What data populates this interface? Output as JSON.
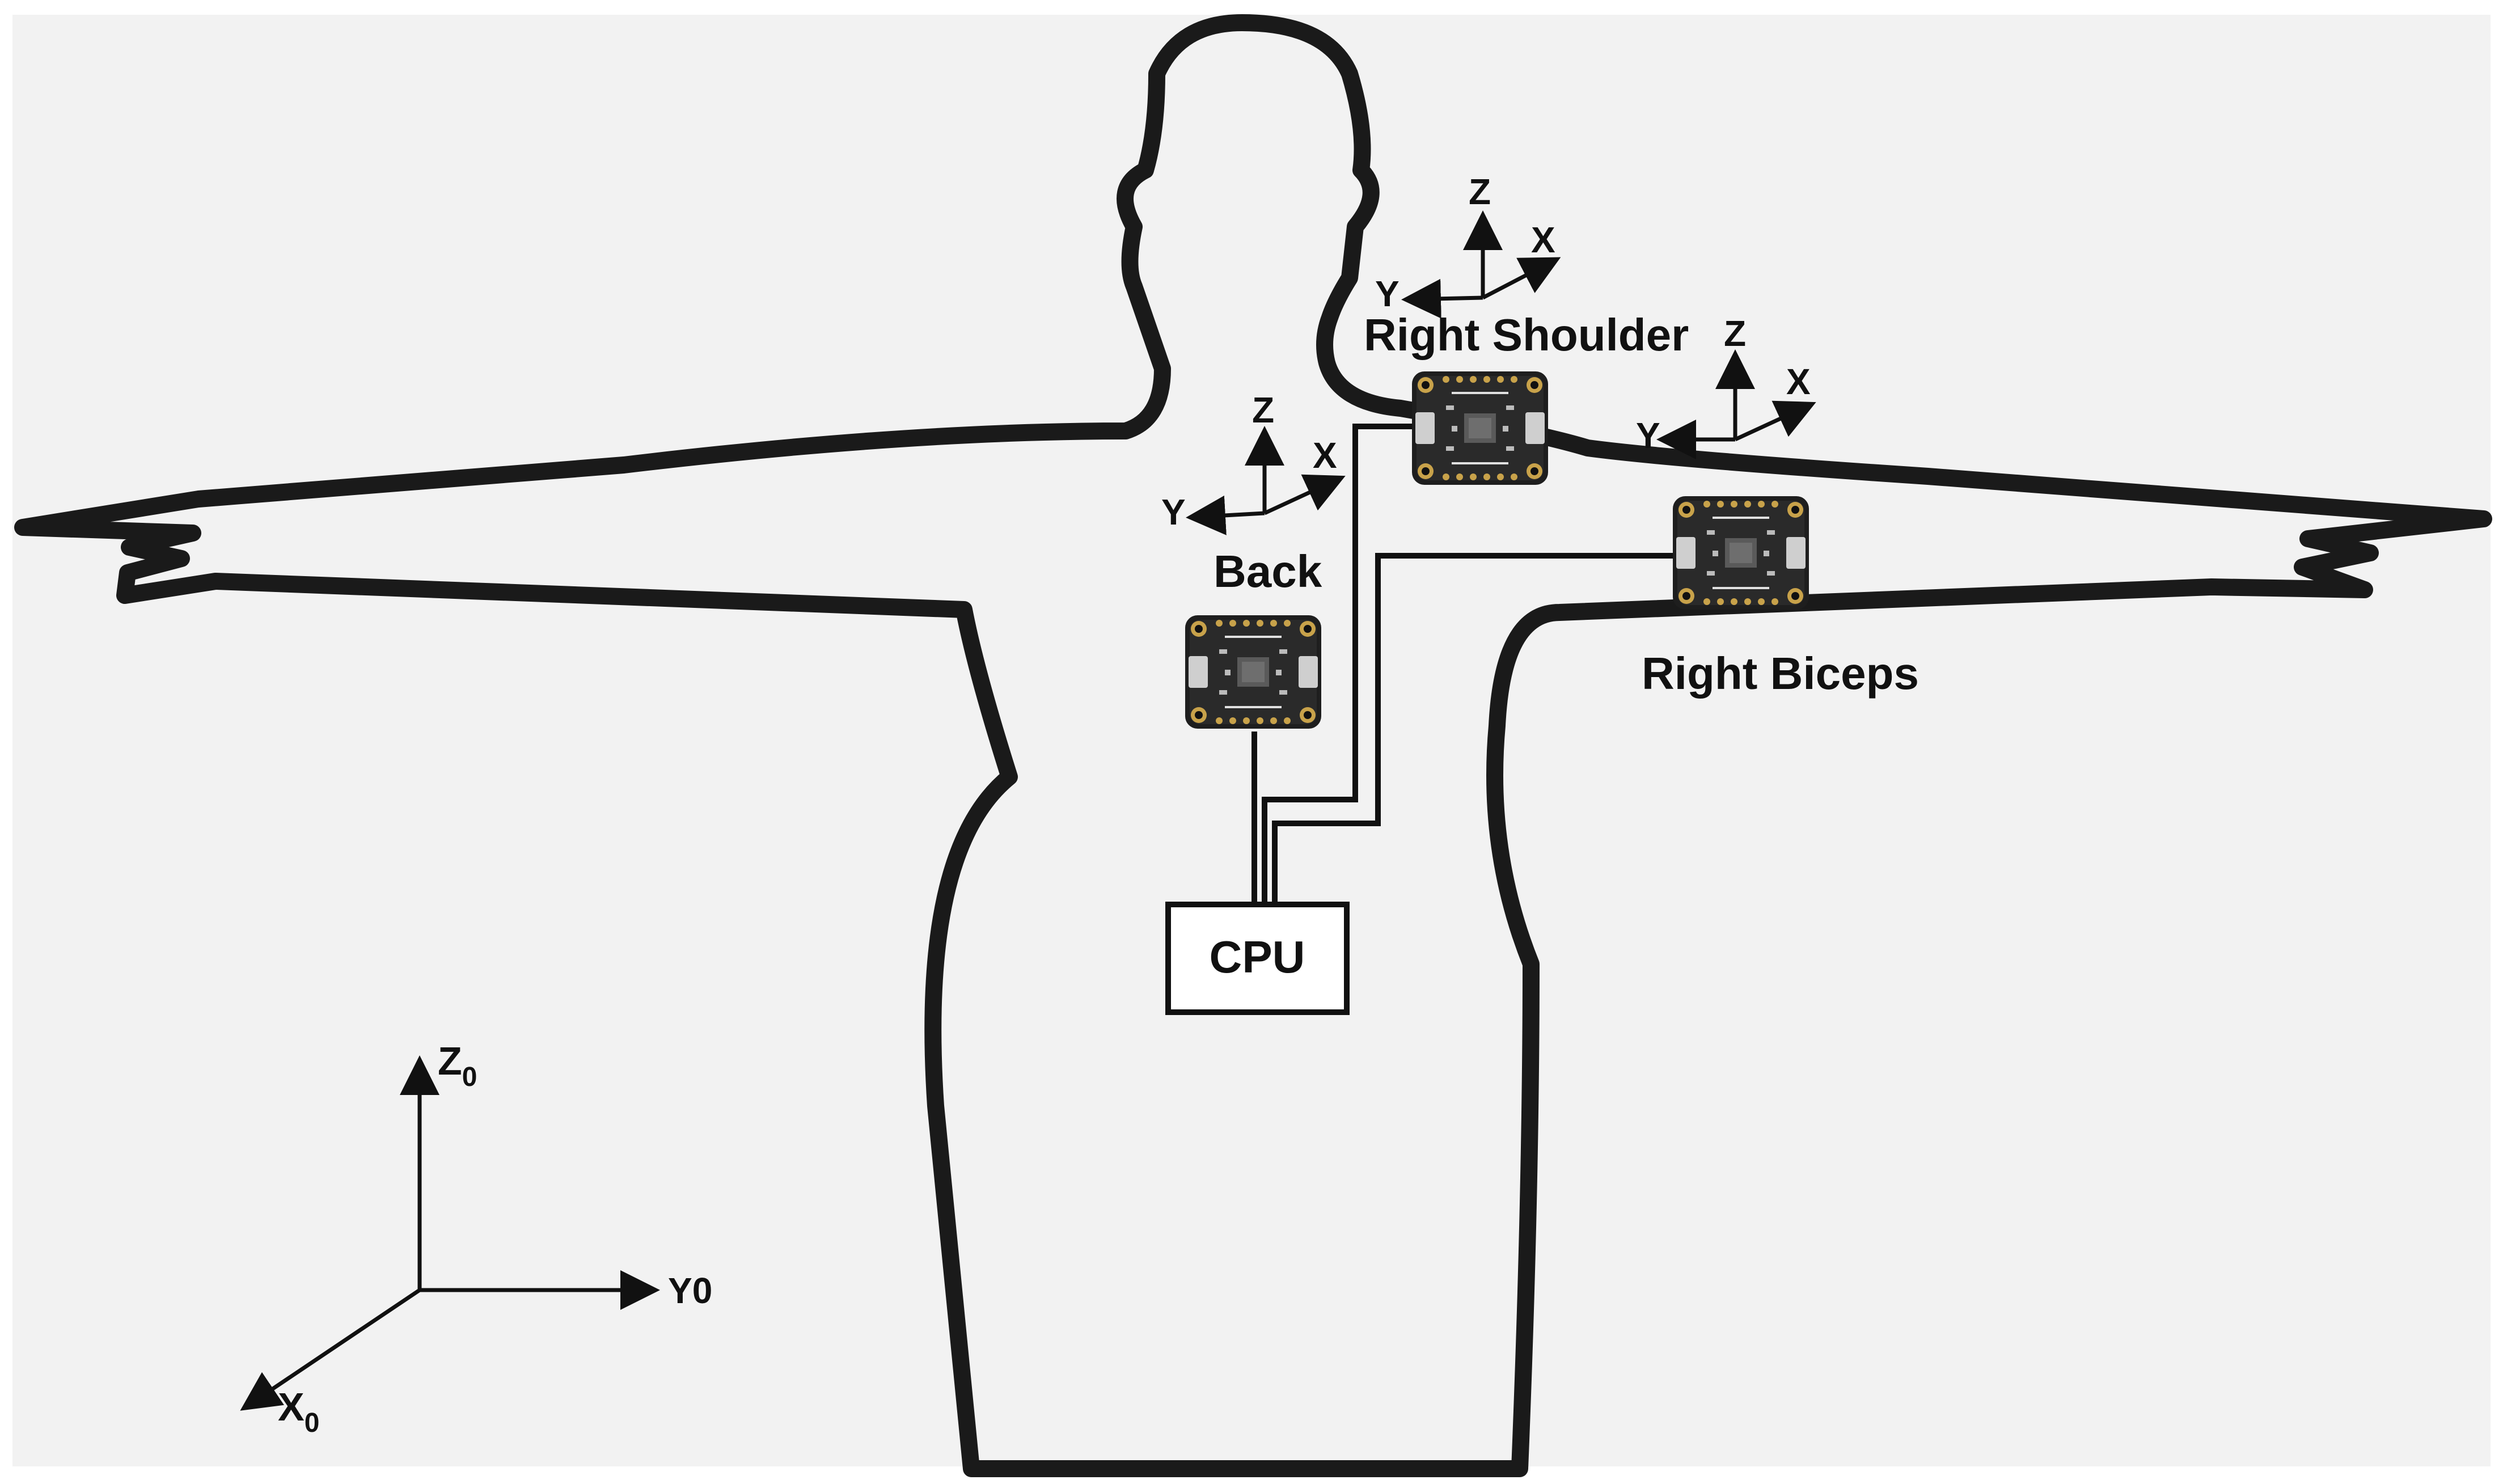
{
  "diagram": {
    "background": "#f2f2f2",
    "outline_color": "#1a1a1a",
    "labels": {
      "right_shoulder": "Right Shoulder",
      "back": "Back",
      "right_biceps": "Right Biceps",
      "cpu": "CPU"
    },
    "sensor_axes": {
      "right_shoulder": {
        "z": "Z",
        "x": "X",
        "y": "Y"
      },
      "right_biceps": {
        "z": "Z",
        "x": "X",
        "y": "Y"
      },
      "back": {
        "z": "Z",
        "x": "X",
        "y": "Y"
      }
    },
    "global_axes": {
      "z": "Z",
      "z_sub": "0",
      "y": "Y0",
      "x": "X",
      "x_sub": "0"
    }
  }
}
